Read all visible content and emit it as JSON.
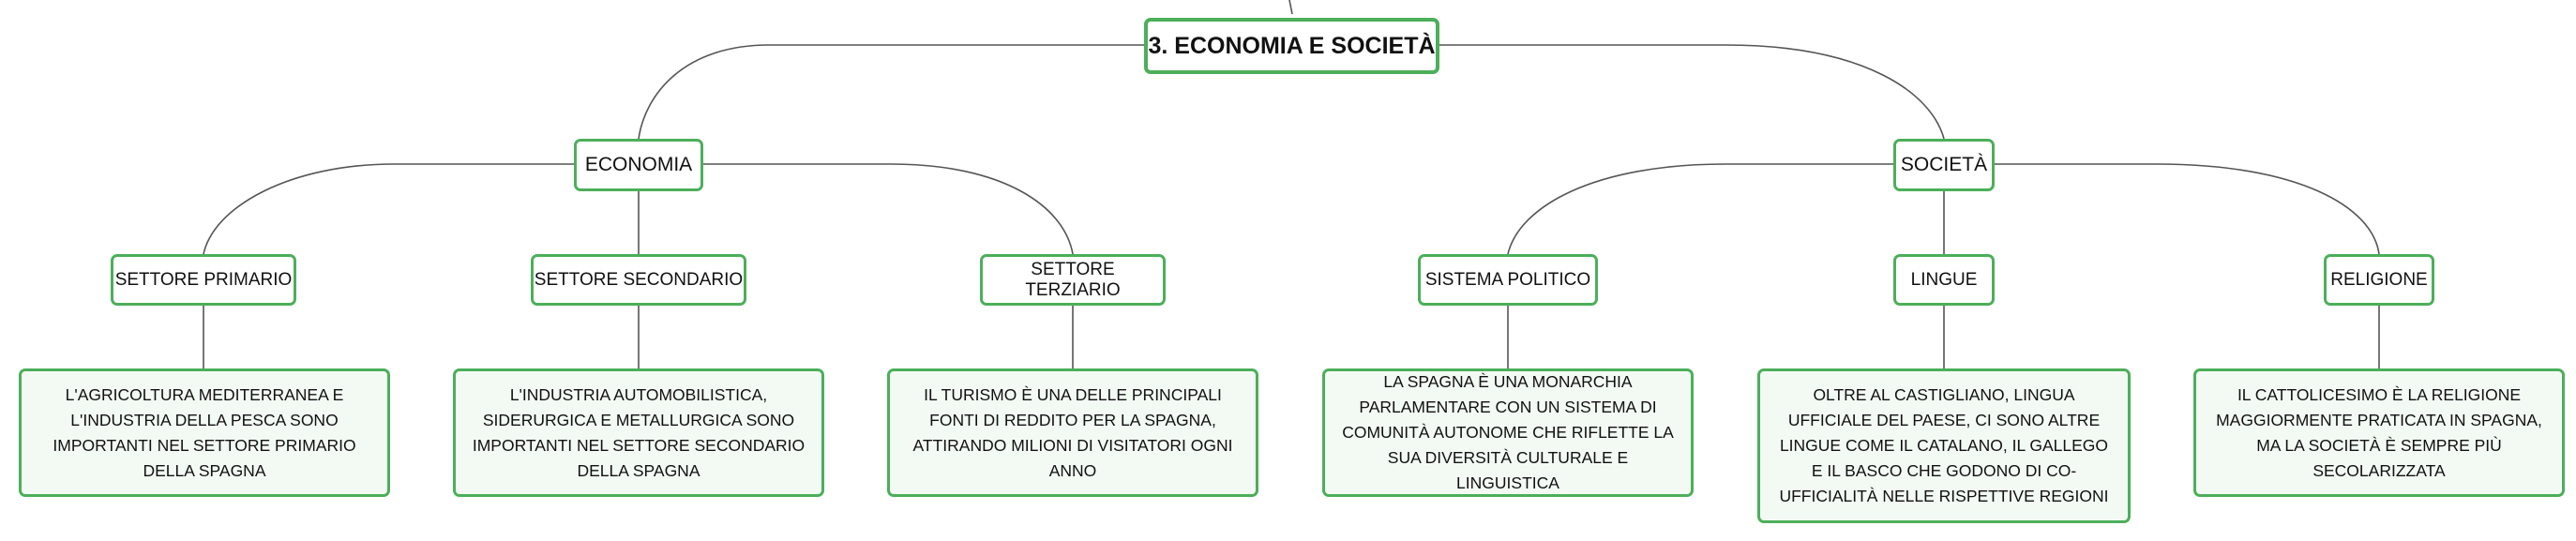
{
  "diagram": {
    "root": {
      "label": "3. ECONOMIA E SOCIETÀ"
    },
    "branches": [
      {
        "label": "ECONOMIA",
        "children": [
          {
            "label": "SETTORE PRIMARIO",
            "detail": "L'AGRICOLTURA MEDITERRANEA E L'INDUSTRIA DELLA PESCA SONO IMPORTANTI NEL SETTORE PRIMARIO DELLA SPAGNA"
          },
          {
            "label": "SETTORE SECONDARIO",
            "detail": "L'INDUSTRIA AUTOMOBILISTICA, SIDERURGICA E METALLURGICA SONO IMPORTANTI NEL SETTORE SECONDARIO DELLA SPAGNA"
          },
          {
            "label": "SETTORE TERZIARIO",
            "detail": "IL TURISMO È UNA DELLE PRINCIPALI FONTI DI REDDITO PER LA SPAGNA, ATTIRANDO MILIONI DI VISITATORI OGNI ANNO"
          }
        ]
      },
      {
        "label": "SOCIETÀ",
        "children": [
          {
            "label": "SISTEMA POLITICO",
            "detail": "LA SPAGNA È UNA MONARCHIA PARLAMENTARE CON UN SISTEMA DI COMUNITÀ AUTONOME CHE RIFLETTE LA SUA DIVERSITÀ CULTURALE E LINGUISTICA"
          },
          {
            "label": "LINGUE",
            "detail": "OLTRE AL CASTIGLIANO, LINGUA UFFICIALE DEL PAESE, CI SONO ALTRE LINGUE COME IL CATALANO, IL GALLEGO E IL BASCO CHE GODONO DI CO-UFFICIALITÀ NELLE RISPETTIVE REGIONI"
          },
          {
            "label": "RELIGIONE",
            "detail": "IL CATTOLICESIMO È LA RELIGIONE MAGGIORMENTE PRATICATA IN SPAGNA, MA LA SOCIETÀ È SEMPRE PIÙ SECOLARIZZATA"
          }
        ]
      }
    ],
    "colors": {
      "border": "#4caf5a",
      "connector": "#555555",
      "leaf_fill": "#f3faf4"
    }
  }
}
